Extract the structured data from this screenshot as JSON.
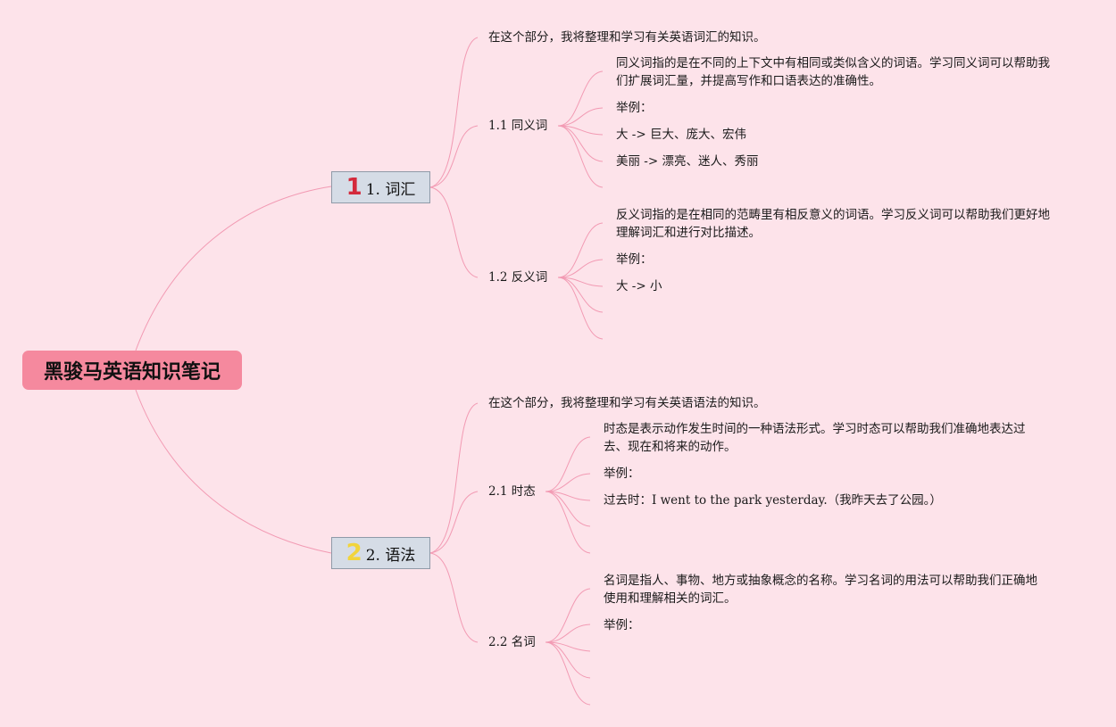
{
  "colors": {
    "background": "#fde3ea",
    "root": "#f5899e",
    "topic": "#d5dce6",
    "link": "#f29ab3"
  },
  "root": {
    "title": "黑骏马英语知识笔记"
  },
  "topics": [
    {
      "badge": "1",
      "label": "1. 词汇",
      "intro": "在这个部分，我将整理和学习有关英语词汇的知识。",
      "subs": [
        {
          "label": "1.1 同义词",
          "items": [
            "同义词指的是在不同的上下文中有相同或类似含义的词语。学习同义词可以帮助我们扩展词汇量，并提高写作和口语表达的准确性。",
            "举例：",
            "大 -> 巨大、庞大、宏伟",
            "美丽 -> 漂亮、迷人、秀丽"
          ]
        },
        {
          "label": "1.2 反义词",
          "items": [
            "反义词指的是在相同的范畴里有相反意义的词语。学习反义词可以帮助我们更好地理解词汇和进行对比描述。",
            "举例：",
            "大 -> 小"
          ]
        }
      ]
    },
    {
      "badge": "2",
      "label": "2. 语法",
      "intro": "在这个部分，我将整理和学习有关英语语法的知识。",
      "subs": [
        {
          "label": "2.1 时态",
          "items": [
            "时态是表示动作发生时间的一种语法形式。学习时态可以帮助我们准确地表达过去、现在和将来的动作。",
            "举例：",
            "过去时：I went to the park yesterday.（我昨天去了公园。）"
          ]
        },
        {
          "label": "2.2 名词",
          "items": [
            "名词是指人、事物、地方或抽象概念的名称。学习名词的用法可以帮助我们正确地使用和理解相关的词汇。",
            "举例："
          ]
        }
      ]
    }
  ]
}
